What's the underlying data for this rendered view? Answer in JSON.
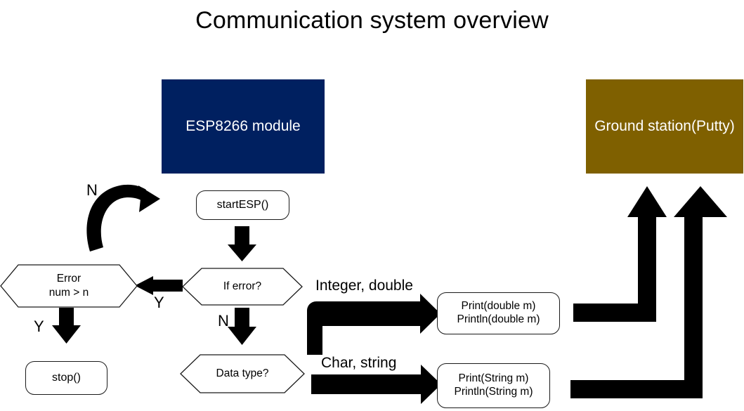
{
  "title": "Communication system overview",
  "colors": {
    "module_fill": "#002060",
    "ground_fill": "#7F6000",
    "arrow": "#000000",
    "shape_stroke": "#1a1a1a",
    "page_background": "#ffffff"
  },
  "blocks": {
    "esp_module": "ESP8266 module",
    "ground_station": "Ground\nstation(Putty)",
    "start_esp": "startESP()",
    "stop": "stop()",
    "print_double": "Print(double m)\nPrintln(double m)",
    "print_string": "Print(String m)\nPrintln(String m)"
  },
  "decisions": {
    "error_count": "Error\nnum > n",
    "if_error": "If error?",
    "data_type": "Data type?"
  },
  "edge_labels": {
    "retry_n": "N",
    "if_error_yes": "Y",
    "error_count_yes": "Y",
    "if_error_no": "N",
    "integer_double": "Integer, double",
    "char_string": "Char, string"
  }
}
